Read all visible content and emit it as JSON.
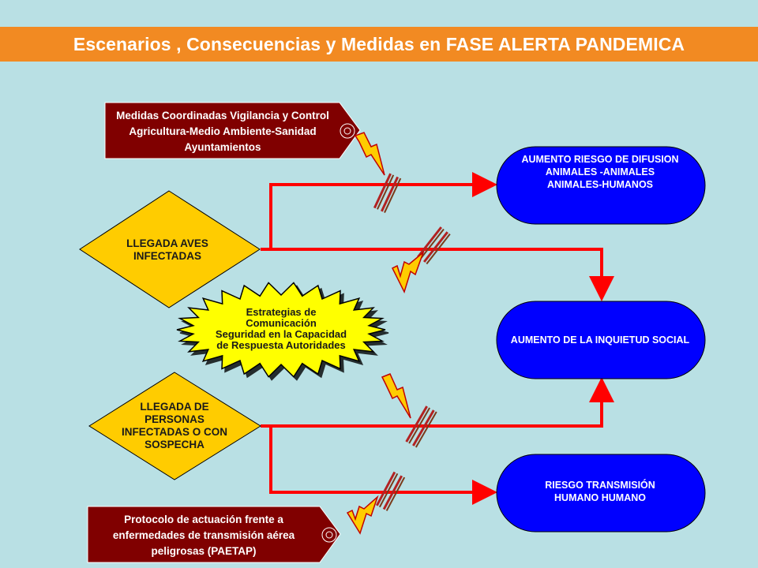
{
  "title": "Escenarios , Consecuencias y Medidas en FASE ALERTA PANDEMICA",
  "colors": {
    "background": "#b9e0e4",
    "title_bar": "#f28a22",
    "measure_box": "#800000",
    "diamond": "#ffcc00",
    "outcome": "#0000ff",
    "arrow": "#ff0000",
    "starburst": "#ffff00"
  },
  "measures": {
    "top": [
      "Medidas Coordinadas Vigilancia y Control",
      "Agricultura-Medio Ambiente-Sanidad",
      "Ayuntamientos"
    ],
    "bottom": [
      "Protocolo de actuación frente a",
      "enfermedades de transmisión aérea",
      "peligrosas (PAETAP)"
    ]
  },
  "scenarios": {
    "birds": [
      "LLEGADA AVES",
      "INFECTADAS"
    ],
    "people": [
      "LLEGADA DE",
      "PERSONAS",
      "INFECTADAS O CON",
      "SOSPECHA"
    ]
  },
  "strategy": [
    "Estrategias de",
    "Comunicación",
    "Seguridad en la Capacidad",
    "de Respuesta Autoridades"
  ],
  "outcomes": {
    "diffusion": [
      "AUMENTO RIESGO DE DIFUSION",
      "ANIMALES -ANIMALES",
      "ANIMALES-HUMANOS"
    ],
    "social": [
      "AUMENTO DE LA INQUIETUD SOCIAL"
    ],
    "transmission": [
      "RIESGO TRANSMISIÓN",
      "HUMANO HUMANO"
    ]
  },
  "icons": [
    "lightning-bolt-icon",
    "break-mark-icon",
    "target-ring-icon"
  ]
}
